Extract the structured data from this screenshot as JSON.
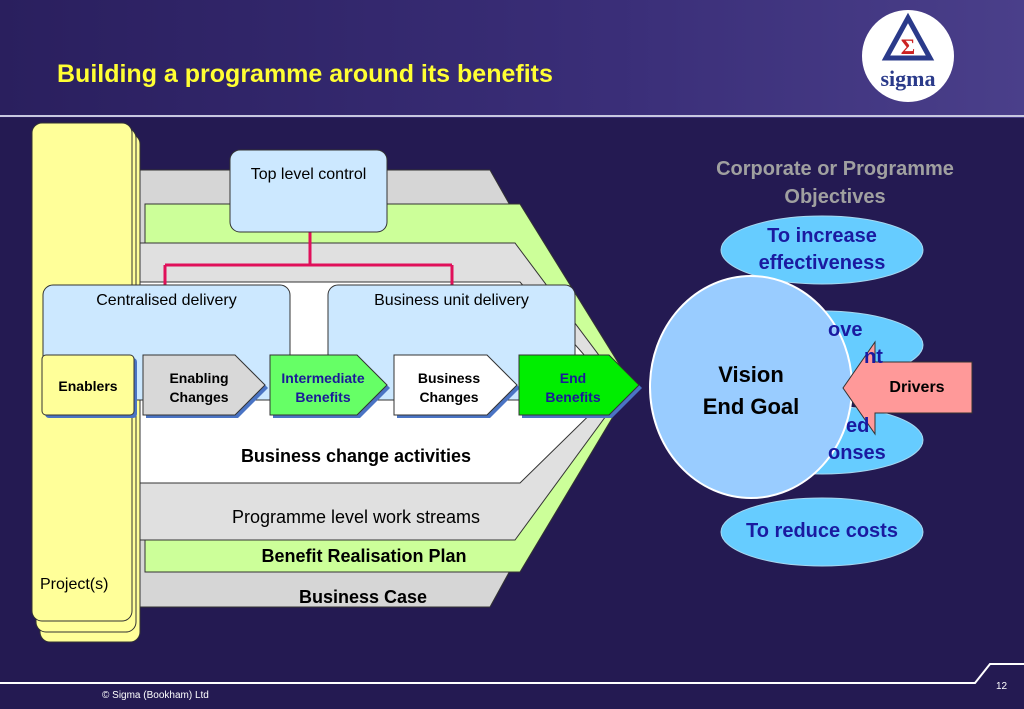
{
  "title": "Building a programme around its benefits",
  "logo": {
    "text": "sigma",
    "symbol": "Σ"
  },
  "diagram": {
    "top_level_control": "Top level control",
    "centralised_delivery": "Centralised delivery",
    "business_unit_delivery": "Business unit delivery",
    "chain": [
      {
        "label_line1": "Enablers",
        "label_line2": ""
      },
      {
        "label_line1": "Enabling",
        "label_line2": "Changes"
      },
      {
        "label_line1": "Intermediate",
        "label_line2": "Benefits"
      },
      {
        "label_line1": "Business",
        "label_line2": "Changes"
      },
      {
        "label_line1": "End",
        "label_line2": "Benefits"
      }
    ],
    "business_change_activities": "Business change activities",
    "programme_work_streams": "Programme level work streams",
    "benefit_realisation_plan": "Benefit Realisation Plan",
    "business_case": "Business Case",
    "projects": "Project(s)",
    "vision_line1": "Vision",
    "vision_line2": "End Goal",
    "drivers": "Drivers",
    "objectives_heading_line1": "Corporate or Programme",
    "objectives_heading_line2": "Objectives",
    "objectives": [
      {
        "line1": "To increase",
        "line2": "effectiveness"
      },
      {
        "line1": "ove",
        "line2": "nt"
      },
      {
        "line1": "ed",
        "line2": "onses"
      },
      {
        "line1": "To reduce costs",
        "line2": ""
      }
    ]
  },
  "footer": {
    "copyright": "© Sigma (Bookham) Ltd",
    "page": "12"
  },
  "colors": {
    "background": "#241a52",
    "title": "#ffff33",
    "objective_fill": "#66ccff",
    "objective_text": "#1a1aa0",
    "heading_grey": "#a0a0a0",
    "drivers_fill": "#ff9999",
    "green_layer": "#ccff99",
    "project_yellow": "#ffff99"
  }
}
